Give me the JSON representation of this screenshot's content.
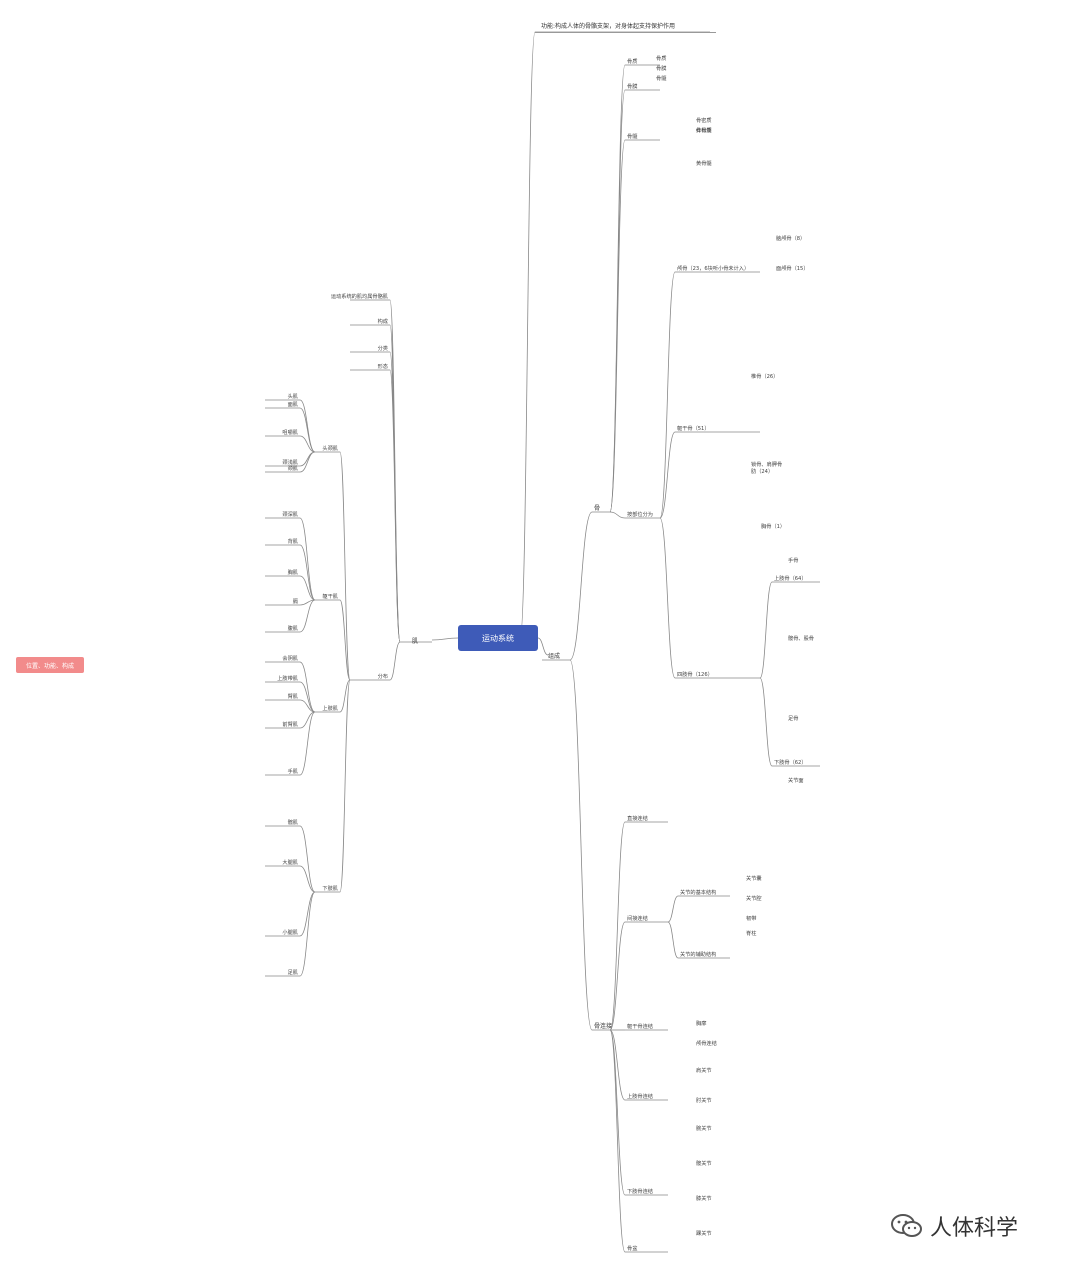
{
  "root": {
    "label": "运动系统"
  },
  "side_tag": {
    "label": "位置、功能、构成"
  },
  "top_note": {
    "label": "功能:构成人体的骨骼支架，对身体起支持保护作用"
  },
  "right_main": {
    "label": "组成"
  },
  "left_main": {
    "label": "肌"
  },
  "right_sections": {
    "bone": "骨",
    "bone_connection": "骨连接",
    "classification": "按部位分为",
    "trunk": "躯干骨（51）",
    "skull": "颅骨（23，6块听小骨未计入）",
    "limb": "四肢骨（126）",
    "upper_limb": "上肢骨（64）",
    "lower_limb": "下肢骨（62）",
    "joint": "关节的基本结构",
    "joint_aux": "关节的辅助结构",
    "trunk_conn": "躯干骨连结",
    "upper_conn": "上肢骨连结",
    "lower_conn": "下肢骨连结",
    "pelvis": "骨盆",
    "direct_conn": "直接连结",
    "indirect_conn": "间接连结"
  },
  "right_leaves": [
    "骨质",
    "骨膜",
    "骨髓",
    "骨密质",
    "骨松质",
    "红骨髓",
    "黄骨髓",
    "脑颅骨（8）",
    "面颅骨（15）",
    "椎骨（26）",
    "胸骨（1）",
    "肋（24）",
    "锁骨、肩胛骨",
    "手骨",
    "髋骨、股骨",
    "足骨",
    "关节面",
    "关节囊",
    "关节腔",
    "韧带",
    "脊柱",
    "胸廓",
    "颅骨连结",
    "肩关节",
    "肘关节",
    "腕关节",
    "髋关节",
    "膝关节",
    "踝关节"
  ],
  "left_sections": {
    "overview": "运动系统的肌均属骨骼肌",
    "structure": "构成",
    "classification": "分类",
    "shape": "形态",
    "distribution": "分布",
    "head": "头颈肌",
    "trunk": "躯干肌",
    "upper_limb": "上肢肌",
    "lower_limb": "下肢肌"
  },
  "left_leaves": [
    "头肌",
    "颈肌",
    "面肌",
    "咀嚼肌",
    "颈浅肌",
    "颈深肌",
    "背肌",
    "胸肌",
    "膈",
    "腹肌",
    "会阴肌",
    "上肢带肌",
    "臂肌",
    "前臂肌",
    "手肌",
    "髋肌",
    "大腿肌",
    "小腿肌",
    "足肌"
  ],
  "watermark": {
    "label": "人体科学"
  }
}
